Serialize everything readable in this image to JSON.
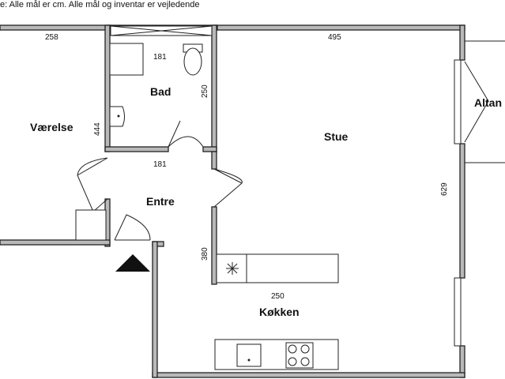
{
  "note": "e: Alle mål er cm. Alle mål og inventar er vejledende",
  "rooms": {
    "vaerelse": "Værelse",
    "bad": "Bad",
    "stue": "Stue",
    "altan": "Altan",
    "entre": "Entre",
    "kokken": "Køkken"
  },
  "dimensions": {
    "vaerelse_width": "258",
    "stue_width": "495",
    "bad_width_top": "181",
    "bad_height": "250",
    "vaerelse_height": "444",
    "bad_width_bottom": "181",
    "stue_height": "629",
    "entre_height": "380",
    "kitchen_width": "250"
  }
}
